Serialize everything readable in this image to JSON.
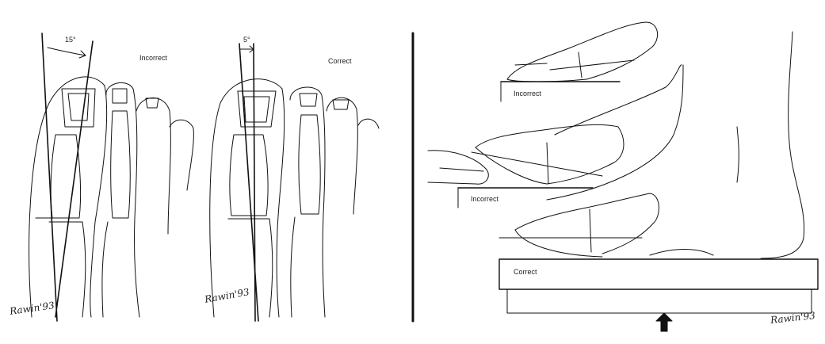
{
  "left_panel": {
    "toe_incorrect": {
      "angle": "15°",
      "label": "Incorrect"
    },
    "toe_correct": {
      "angle": "5°",
      "label": "Correct"
    },
    "signature_1": "Rawin'93",
    "signature_2": "Rawin'93"
  },
  "right_panel": {
    "foot_top": {
      "label": "Incorrect"
    },
    "foot_middle": {
      "label": "Incorrect"
    },
    "platform": {
      "label": "Correct"
    },
    "arrow_icon": "up-arrow-icon",
    "signature": "Rawin'93"
  },
  "colors": {
    "line": "#111111",
    "background": "#ffffff"
  }
}
